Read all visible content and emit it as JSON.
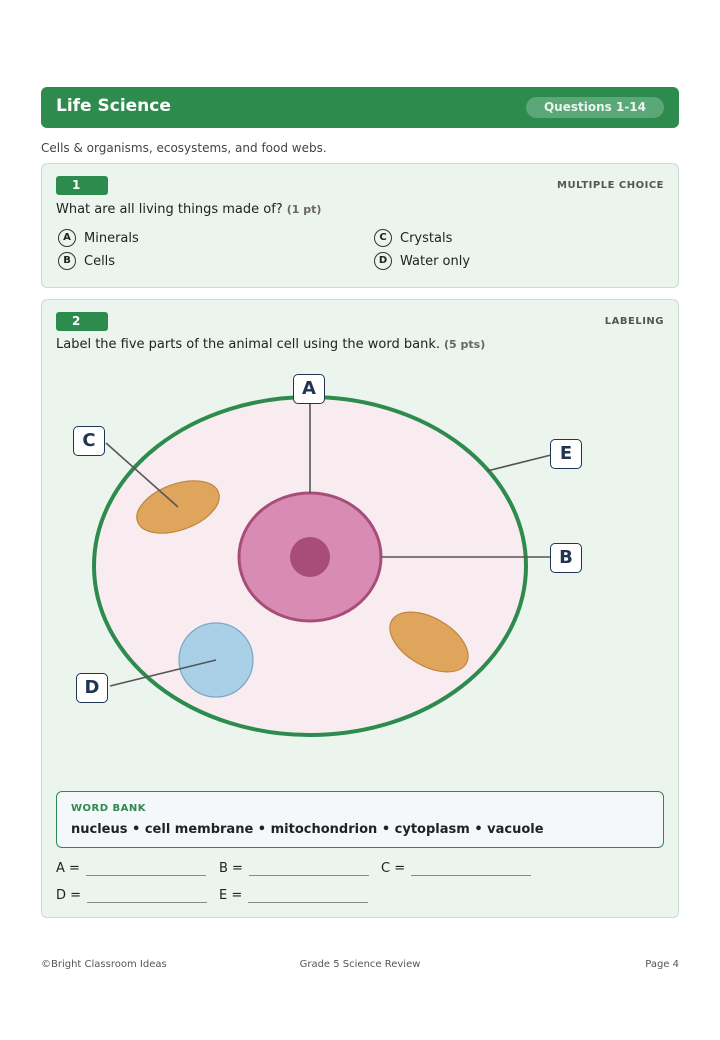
{
  "header": {
    "title": "Life Science",
    "range": "Questions 1-14"
  },
  "subtitle": "Cells & organisms, ecosystems, and food webs.",
  "q1": {
    "number": "1",
    "type": "MULTIPLE CHOICE",
    "text": "What are all living things made of?",
    "points": "(1 pt)",
    "options": [
      {
        "letter": "A",
        "text": "Minerals"
      },
      {
        "letter": "B",
        "text": "Cells"
      },
      {
        "letter": "C",
        "text": "Crystals"
      },
      {
        "letter": "D",
        "text": "Water only"
      }
    ]
  },
  "q2": {
    "number": "2",
    "type": "LABELING",
    "text": "Label the five parts of the animal cell using the word bank.",
    "points": "(5 pts)",
    "labels": [
      "A",
      "B",
      "C",
      "D",
      "E"
    ],
    "colors": {
      "membrane": "#2e8b4e",
      "cytoplasm": "#f9ecf1",
      "nucleus": "#d98cb3",
      "nucleolus": "#a84d78",
      "mitochondria": "#e0a55c",
      "vacuole": "#aad0e8"
    },
    "word_bank_title": "WORD BANK",
    "word_bank": "nucleus • cell membrane • mitochondrion • cytoplasm • vacuole",
    "answers": [
      {
        "label": "A ="
      },
      {
        "label": "B ="
      },
      {
        "label": "C ="
      },
      {
        "label": "D ="
      },
      {
        "label": "E ="
      }
    ]
  },
  "footer": {
    "left": "©Bright Classroom Ideas",
    "center": "Grade 5 Science Review",
    "right": "Page 4"
  }
}
